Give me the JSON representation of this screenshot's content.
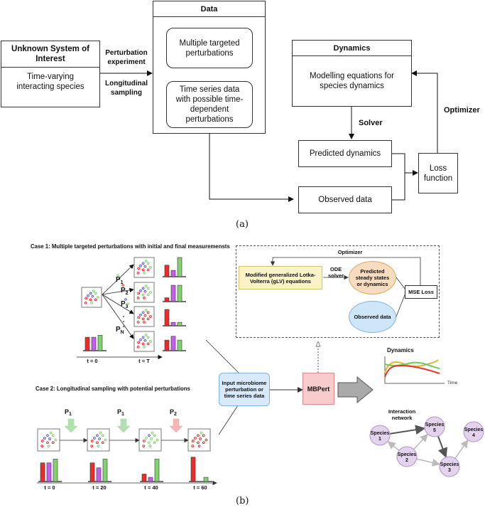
{
  "panel_a": {
    "caption": "(a)",
    "unknown_system": {
      "title": "Unknown System of Interest",
      "body": "Time-varying interacting species"
    },
    "arrow_labels": {
      "top": "Perturbation experiment",
      "bottom": "Longitudinal sampling"
    },
    "data_box": {
      "title": "Data",
      "items": [
        "Multiple targeted perturbations",
        "Time series data with possible time-dependent perturbations"
      ]
    },
    "dynamics_box": {
      "title": "Dynamics",
      "body": "Modelling equations for species dynamics"
    },
    "solver_label": "Solver",
    "optimizer_label": "Optimizer",
    "predicted": "Predicted dynamics",
    "observed": "Observed data",
    "loss": "Loss function"
  },
  "panel_b": {
    "caption": "(b)",
    "case1": {
      "title": "Case 1: Multiple targeted perturbations with initial and final measuremensts",
      "perturbations": [
        "P1",
        "P2",
        "P3",
        "PN"
      ],
      "time_labels": [
        "t = 0",
        "t = T"
      ],
      "initial_bars": [
        0.7,
        0.7,
        0.8
      ],
      "final_bars": [
        [
          0.6,
          0.33,
          1.0
        ],
        [
          0.2,
          0.85,
          0.85
        ],
        [
          0.85,
          0.18,
          0.18
        ],
        [
          0.55,
          0.75,
          0.55
        ]
      ]
    },
    "case2": {
      "title": "Case 2: Longitudinal sampling with potential perturbations",
      "perturbations": [
        {
          "label": "P1",
          "color": "#9ed99a"
        },
        {
          "label": "P1",
          "color": "#9ed99a"
        },
        {
          "label": "P2",
          "color": "#f2a2a2"
        }
      ],
      "time_labels": [
        "t = 0",
        "t = 20",
        "t = 40",
        "t = 60"
      ],
      "bars": [
        [
          0.75,
          0.75,
          0.9
        ],
        [
          0.75,
          0.55,
          0.9
        ],
        [
          0.3,
          0.17,
          0.9
        ],
        [
          0.98,
          0,
          0.17
        ]
      ]
    },
    "input_box": "Input microbiome perturbation or time series data",
    "mbpert_box": "MBPert",
    "optimizer_panel": {
      "optimizer_label": "Optimizer",
      "glv": "Modified generalized Lotka-Volterra (gLV) equations",
      "ode_label": "ODE solver",
      "predicted": "Predicted steady states or dynamics",
      "observed": "Observed data",
      "mse": "MSE Loss"
    },
    "dynamics_plot": {
      "title": "Dynamics",
      "xlabel": "Time"
    },
    "network": {
      "title": "Interaction network",
      "nodes": [
        {
          "id": "1",
          "label": "Species 1"
        },
        {
          "id": "2",
          "label": "Species 2"
        },
        {
          "id": "3",
          "label": "Species 3"
        },
        {
          "id": "4",
          "label": "Species 4"
        },
        {
          "id": "5",
          "label": "Species 5"
        }
      ],
      "edges": [
        {
          "from": "1",
          "to": "5",
          "strength": "strong"
        },
        {
          "from": "5",
          "to": "3",
          "strength": "strong"
        },
        {
          "from": "2",
          "to": "1",
          "strength": "weak"
        },
        {
          "from": "2",
          "to": "5",
          "strength": "weak"
        },
        {
          "from": "2",
          "to": "3",
          "strength": "weak"
        },
        {
          "from": "3",
          "to": "4",
          "strength": "weak"
        }
      ]
    },
    "colors": {
      "red": "#ee2a2a",
      "purple": "#c55ef0",
      "green": "#7fd46f",
      "blue_dot": "#5a5ad0"
    }
  }
}
